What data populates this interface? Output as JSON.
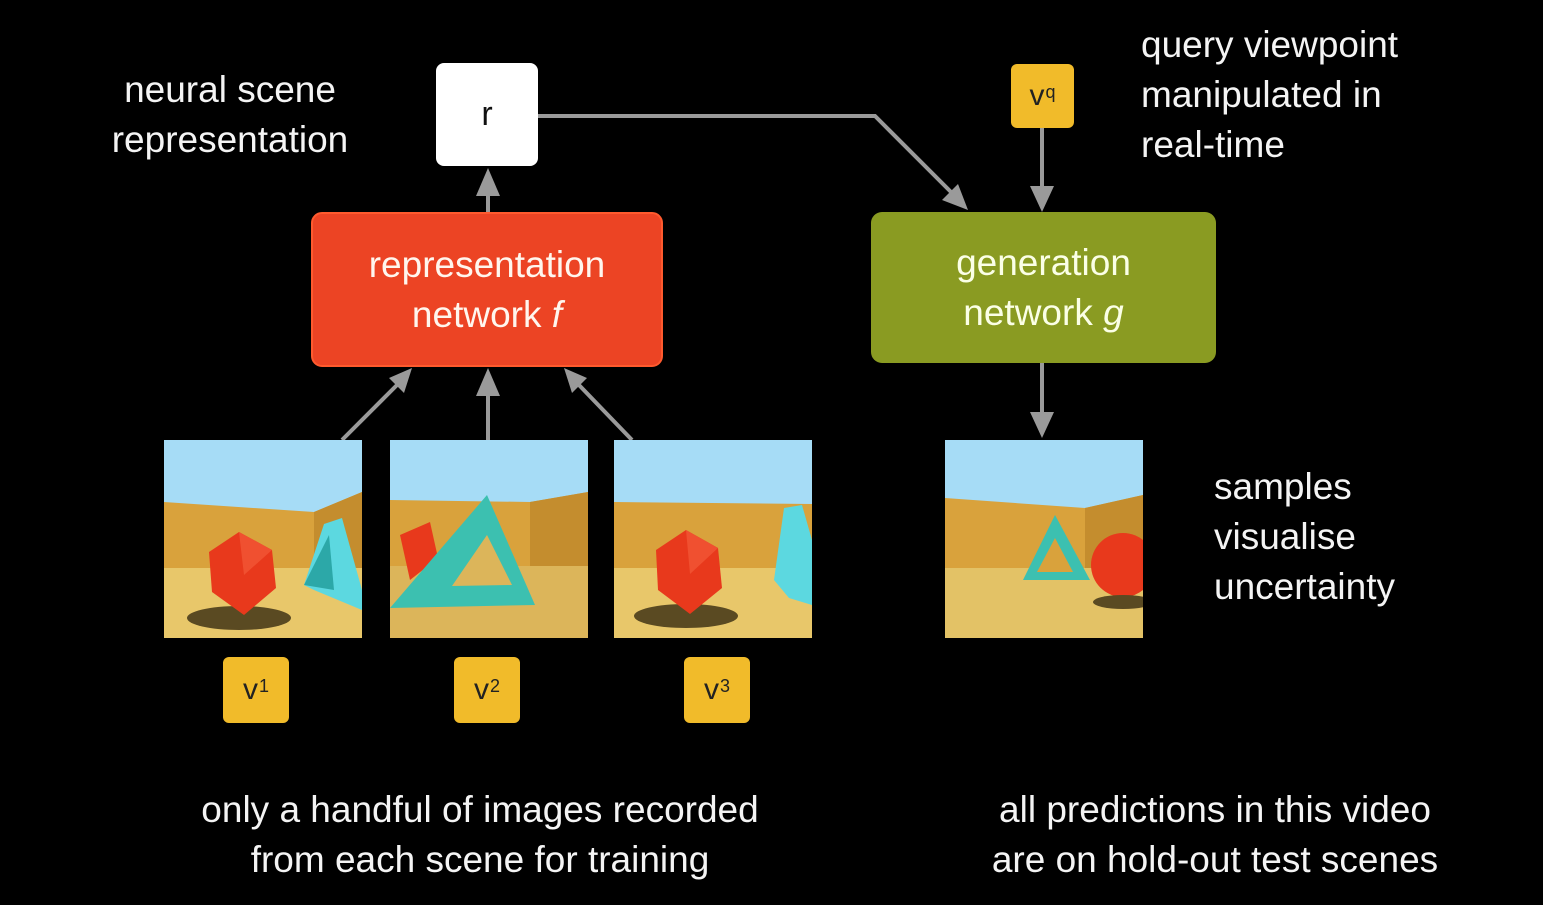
{
  "labels": {
    "neural_scene_line1": "neural scene",
    "neural_scene_line2": "representation",
    "query_line1": "query viewpoint",
    "query_line2": "manipulated in",
    "query_line3": "real-time",
    "samples_line1": "samples",
    "samples_line2": "visualise",
    "samples_line3": "uncertainty",
    "bottom_left_line1": "only a handful of images recorded",
    "bottom_left_line2": "from each scene for training",
    "bottom_right_line1": "all predictions in this video",
    "bottom_right_line2": "are on hold-out test scenes"
  },
  "nodes": {
    "r": "r",
    "representation_line1": "representation",
    "representation_line2": "network",
    "representation_symbol": "f",
    "generation_line1": "generation",
    "generation_line2": "network",
    "generation_symbol": "g"
  },
  "viewpoints": [
    {
      "base": "v",
      "sup": "1"
    },
    {
      "base": "v",
      "sup": "2"
    },
    {
      "base": "v",
      "sup": "3"
    },
    {
      "base": "v",
      "sup": "q"
    }
  ],
  "images": [
    {
      "name": "scene-view-1",
      "objects": [
        "red icosahedron",
        "cyan triangle"
      ]
    },
    {
      "name": "scene-view-2",
      "objects": [
        "teal triangle",
        "red icosahedron"
      ]
    },
    {
      "name": "scene-view-3",
      "objects": [
        "red icosahedron",
        "cyan triangle"
      ]
    },
    {
      "name": "generated-sample",
      "objects": [
        "teal triangle",
        "red sphere"
      ]
    }
  ],
  "colors": {
    "representation_net": "#ec4424",
    "generation_net": "#8a9b22",
    "viewpoint": "#f1bb2a",
    "arrow": "#9a9a9a",
    "sky": "#a6dcf6",
    "wall": "#d9a23c",
    "floor": "#e8c76a"
  }
}
